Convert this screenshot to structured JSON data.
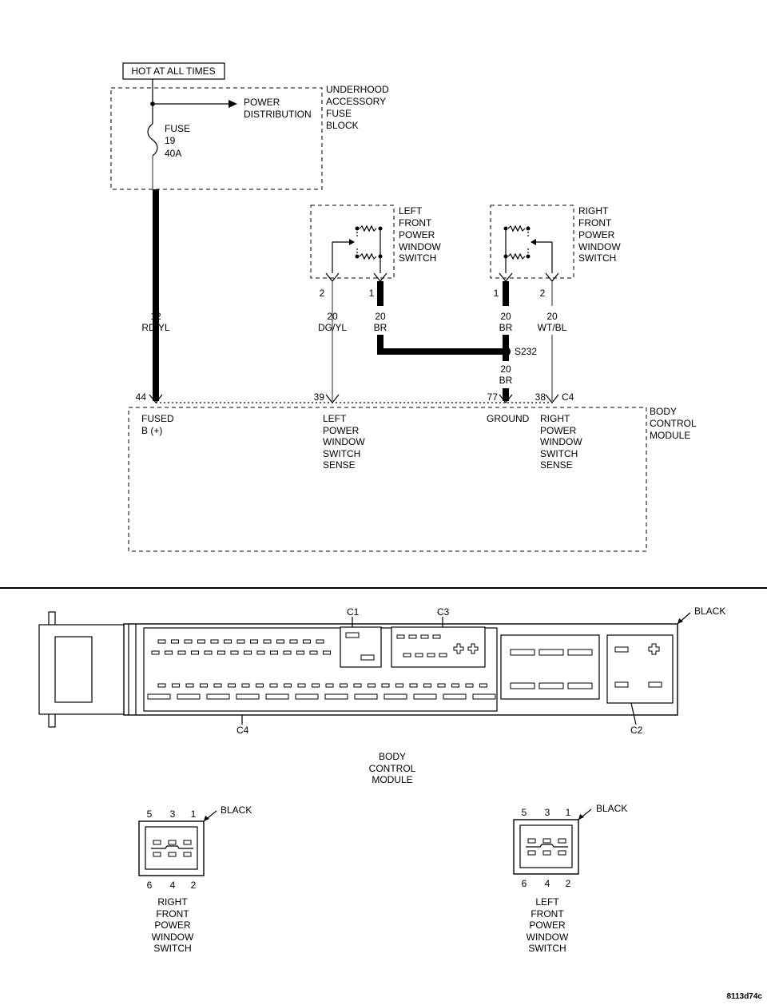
{
  "top_diagram": {
    "hot_label": "HOT AT ALL TIMES",
    "underhood_block": [
      "UNDERHOOD",
      "ACCESSORY",
      "FUSE",
      "BLOCK"
    ],
    "power_distribution": [
      "POWER",
      "DISTRIBUTION"
    ],
    "fuse": [
      "FUSE",
      "19",
      "40A"
    ],
    "feed_wire": [
      "12",
      "RD/YL"
    ],
    "left_switch_title": [
      "LEFT",
      "FRONT",
      "POWER",
      "WINDOW",
      "SWITCH"
    ],
    "right_switch_title": [
      "RIGHT",
      "FRONT",
      "POWER",
      "WINDOW",
      "SWITCH"
    ],
    "left_sw_pin2": "2",
    "left_sw_pin1": "1",
    "right_sw_pin1": "1",
    "right_sw_pin2": "2",
    "wire_dgyl": [
      "20",
      "DG/YL"
    ],
    "wire_br_left": [
      "20",
      "BR"
    ],
    "wire_br_right": [
      "20",
      "BR"
    ],
    "wire_wtbl": [
      "20",
      "WT/BL"
    ],
    "splice": "S232",
    "wire_br_ground": [
      "20",
      "BR"
    ],
    "bcm_pin44": "44",
    "bcm_pin39": "39",
    "bcm_pin77": "77",
    "bcm_pin38": "38",
    "bcm_conn_c4": "C4",
    "bcm_title": [
      "BODY",
      "CONTROL",
      "MODULE"
    ],
    "bcm_fused": [
      "FUSED",
      "B (+)"
    ],
    "bcm_left_sense": [
      "LEFT",
      "POWER",
      "WINDOW",
      "SWITCH",
      "SENSE"
    ],
    "bcm_ground": "GROUND",
    "bcm_right_sense": [
      "RIGHT",
      "POWER",
      "WINDOW",
      "SWITCH",
      "SENSE"
    ]
  },
  "connector_views": {
    "bcm_color": "BLACK",
    "bcm_c1": "C1",
    "bcm_c3": "C3",
    "bcm_c4": "C4",
    "bcm_c2": "C2",
    "bcm_caption": [
      "BODY",
      "CONTROL",
      "MODULE"
    ],
    "right_switch": {
      "color": "BLACK",
      "top_pins": [
        "5",
        "3",
        "1"
      ],
      "bottom_pins": [
        "6",
        "4",
        "2"
      ],
      "caption": [
        "RIGHT",
        "FRONT",
        "POWER",
        "WINDOW",
        "SWITCH"
      ]
    },
    "left_switch": {
      "color": "BLACK",
      "top_pins": [
        "5",
        "3",
        "1"
      ],
      "bottom_pins": [
        "6",
        "4",
        "2"
      ],
      "caption": [
        "LEFT",
        "FRONT",
        "POWER",
        "WINDOW",
        "SWITCH"
      ]
    }
  },
  "figure_code": "8113d74c"
}
